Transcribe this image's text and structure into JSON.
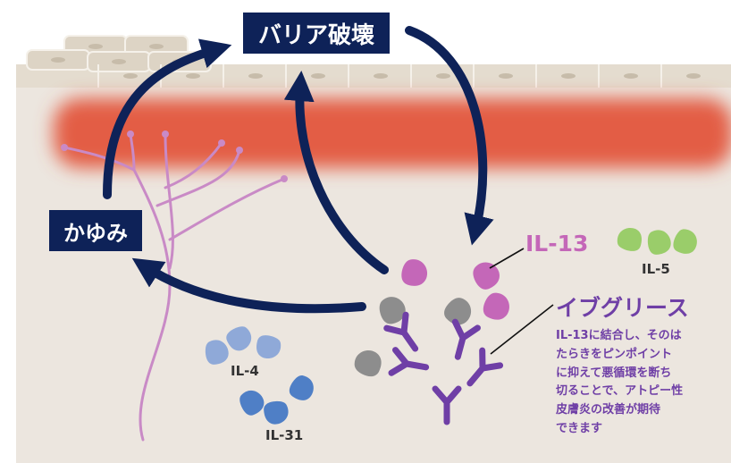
{
  "labels": {
    "barrier": "バリア破壊",
    "itch": "かゆみ",
    "il13": "IL-13",
    "il5": "IL-5",
    "il4": "IL-4",
    "il31": "IL-31",
    "drug": "イブグリース",
    "description": [
      "IL-13に結合し、そのは",
      "たらきをピンポイント",
      "に抑えて悪循環を断ち",
      "切ることで、アトピー性",
      "皮膚炎の改善が期待",
      "できます"
    ]
  },
  "colors": {
    "arrow": "#0e2258",
    "il13": "#c467b8",
    "il5": "#9acd6a",
    "il4": "#8fa9d8",
    "il31": "#4f7fc6",
    "antibody": "#6f3fa6",
    "inactive_cytokine": "#8d8d8d",
    "nerve": "#c98ac6",
    "inflammation": "#e35d45",
    "skin": "#ece6df"
  }
}
